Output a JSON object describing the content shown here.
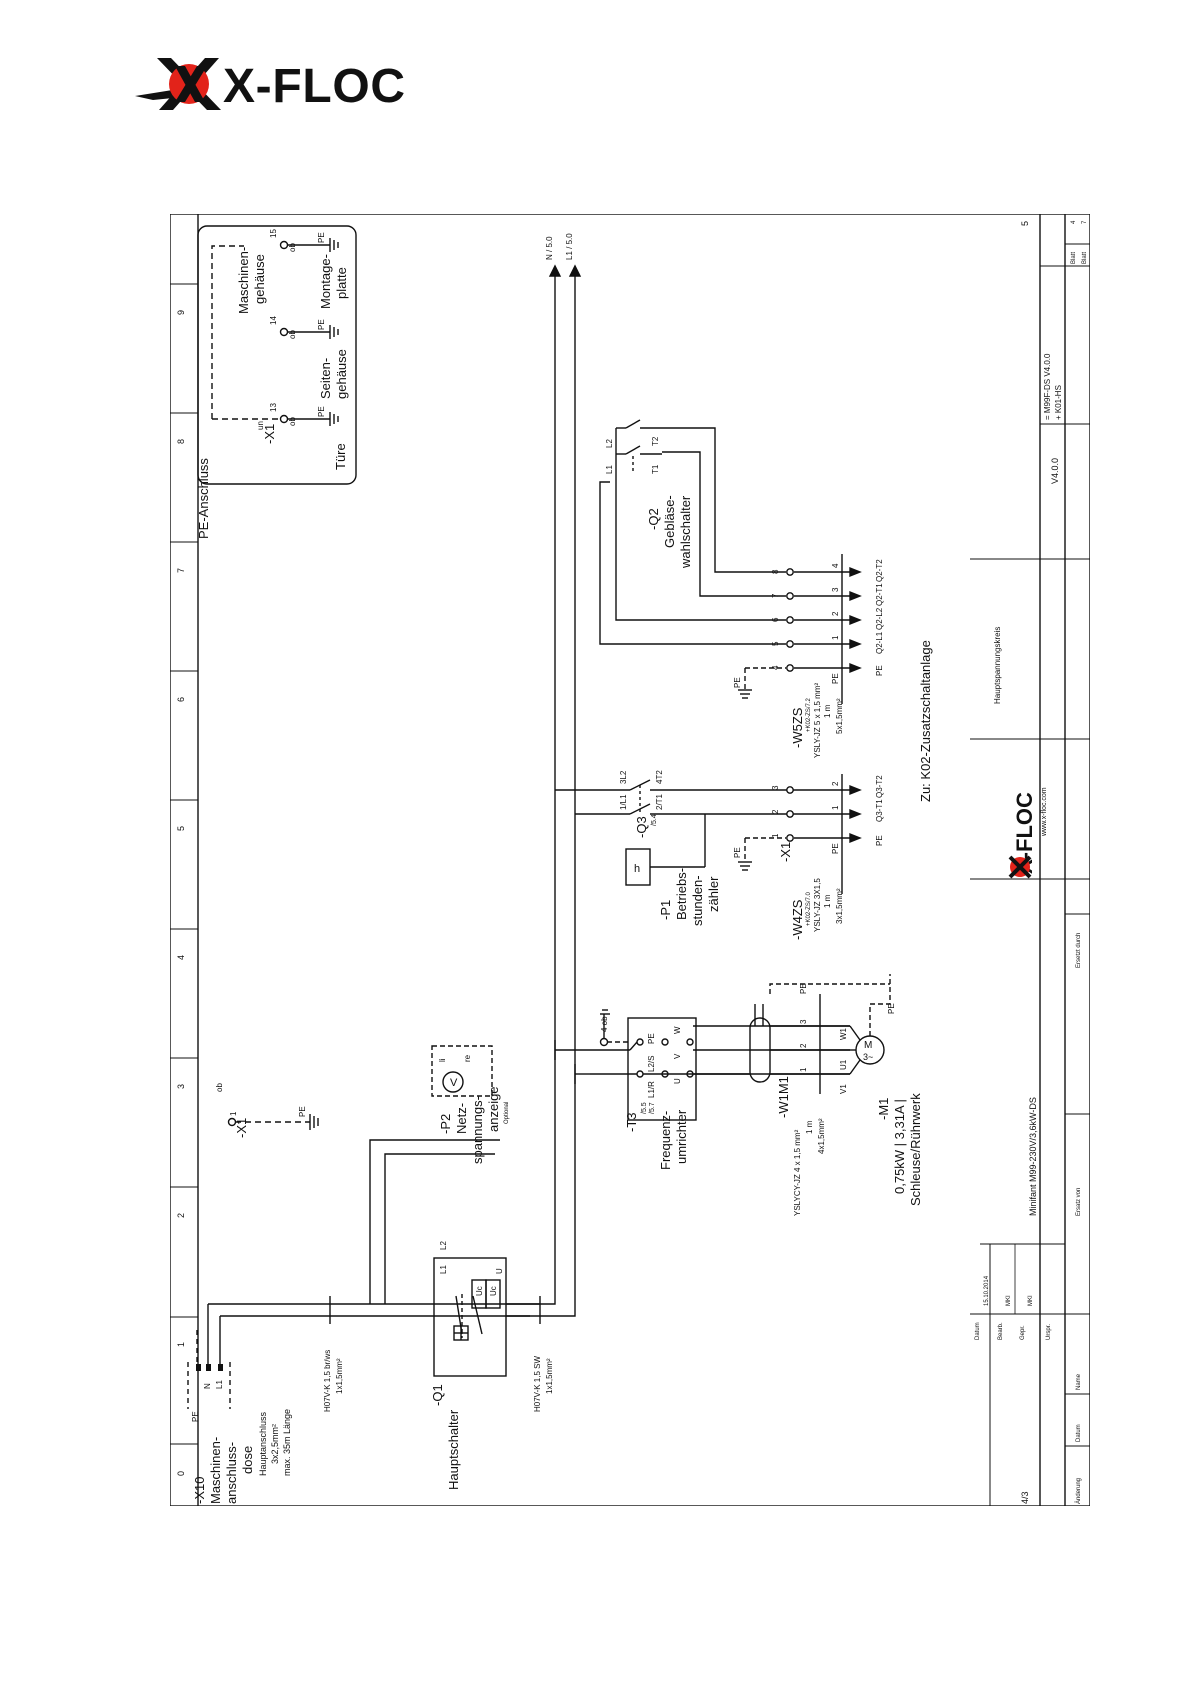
{
  "logo": {
    "text": "X-FLOC"
  },
  "colors": {
    "brand_red": "#e2231a",
    "ink": "#111111"
  },
  "columns": [
    "0",
    "1",
    "2",
    "3",
    "4",
    "5",
    "6",
    "7",
    "8",
    "9"
  ],
  "sheet": {
    "prev_ref": "4/3",
    "next_ref": "5"
  },
  "pe_box": {
    "title": "PE-Anschluss",
    "tag": "-X1",
    "un": "un",
    "ob": "ob",
    "t13": "13",
    "t14": "14",
    "t15": "15",
    "pe": "PE",
    "tuere": "Türe",
    "seiten_1": "Seiten-",
    "seiten_2": "gehäuse",
    "masch_1": "Maschinen-",
    "masch_2": "gehäuse",
    "montage_1": "Montage-",
    "montage_2": "platte"
  },
  "arrows": {
    "n": "N / 5.0",
    "l1": "L1 / 5.0"
  },
  "x10": {
    "tag": "-X10",
    "l1": "Maschinen-",
    "l2": "anschluss-",
    "l3": "dose",
    "pe": "PE",
    "n": "N",
    "L1": "L1",
    "note1": "Hauptanschluss",
    "note2": "3x2,5mm²",
    "note3": "max. 35m Länge"
  },
  "cable1": {
    "type": "H07V-K 1,5 br/ws",
    "size": "1x1,5mm²"
  },
  "cable2": {
    "type": "H07V-K 1,5 SW",
    "size": "1x1,5mm²"
  },
  "q1": {
    "tag": "-Q1",
    "name": "Hauptschalter",
    "L1": "L1",
    "L2": "L2",
    "U": "U",
    "Uc": "Uc"
  },
  "x1b": {
    "tag": "-X1",
    "ob": "ob",
    "t1": "1",
    "pe": "PE"
  },
  "p2": {
    "tag": "-P2",
    "l1": "Netz-",
    "l2": "spannungs-",
    "l3": "anzeige",
    "l4": "Optional",
    "li": "li",
    "re": "re",
    "v": "V"
  },
  "t3": {
    "tag": "-T3",
    "ref1": "/5.5",
    "ref2": "/5.7",
    "l1": "Frequenz-",
    "l2": "umrichter",
    "t_l1": "L1/R",
    "t_l2": "L2/S",
    "t_u": "U",
    "t_v": "V",
    "t_w": "W",
    "t_pe": "PE",
    "ob4": "4  ob"
  },
  "w1m1": {
    "tag": "-W1M1",
    "type": "YSLYCY-JZ 4 x 1,5 mm²",
    "len": "1 m",
    "size": "4x1,5mm²",
    "c1": "1",
    "c2": "2",
    "c3": "3",
    "pe": "PE"
  },
  "m1": {
    "tag": "-M1",
    "spec": "0,75kW |   3,31A |",
    "name": "Schleuse/Rührwerk",
    "u1": "U1",
    "v1": "V1",
    "w1": "W1",
    "pe": "PE",
    "m": "M",
    "ph": "3~"
  },
  "p1": {
    "tag": "-P1",
    "l1": "Betriebs-",
    "l2": "stunden-",
    "l3": "zähler",
    "h": "h"
  },
  "q3": {
    "tag": "-Q3",
    "ref": "/5.4",
    "t1": "1/L1",
    "t2": "3L2",
    "t3": "2/T1",
    "t4": "4T2"
  },
  "x1c": {
    "tag": "-X1",
    "t1": "1",
    "t2": "2",
    "t3": "3",
    "t4": "4",
    "t5": "5",
    "t6": "6",
    "t7": "7",
    "t8": "8",
    "pe": "PE"
  },
  "w4zs": {
    "tag": "-W4ZS",
    "ref": "+K02-ZS/7.0",
    "type": "YSLY-JZ 3X1,5",
    "len": "1 m",
    "size": "3x1,5mm²",
    "c1": "1",
    "pe": "PE"
  },
  "w5zs": {
    "tag": "-W5ZS",
    "ref": "+K02-ZS/7.2",
    "type": "YSLY-JZ 5 x 1,5 mm²",
    "len": "1 m",
    "size": "5x1,5mm²",
    "c1": "1",
    "c2": "2",
    "c3": "3",
    "c4": "4",
    "pe": "PE",
    "cpe": "PE"
  },
  "targets": {
    "pe": "PE",
    "q3t1": "Q3-T1",
    "q3t2": "Q3-T2",
    "q2l1": "Q2-L1",
    "q2l2": "Q2-L2",
    "q2t1": "Q2-T1",
    "q2t2": "Q2-T2",
    "c2": "2"
  },
  "q2": {
    "tag": "-Q2",
    "l1": "Gebläse-",
    "l2": "wahlschalter",
    "L1": "L1",
    "L2": "L2",
    "T1": "T1",
    "T2": "T2"
  },
  "zu_label": "Zu: K02-Zusatzschaltanlage",
  "title_block": {
    "datum_lbl": "Datum",
    "datum": "15.10.2014",
    "bearb_lbl": "Bearb.",
    "bearb": "MKI",
    "gepr_lbl": "Gepr.",
    "gepr": "MKI",
    "urspr_lbl": "Urspr.",
    "aenderung": "Änderung",
    "datum2": "Datum",
    "name": "Name",
    "project": "Minifant M99-230V/3,6kW-DS",
    "ersatz_von": "Ersatz von",
    "ersetzt_durch": "Ersetzt durch",
    "logo": "X-FLOC",
    "web": "www.x-floc.com",
    "description": "Hauptspannungskreis",
    "version": "V4.0.0",
    "ident1": "= M99F-DS V4.0.0",
    "ident2": "+ K01-HS",
    "blatt_lbl": "Blatt",
    "blatt": "4",
    "blatt2_lbl": "Blatt",
    "blatt2": "7"
  }
}
